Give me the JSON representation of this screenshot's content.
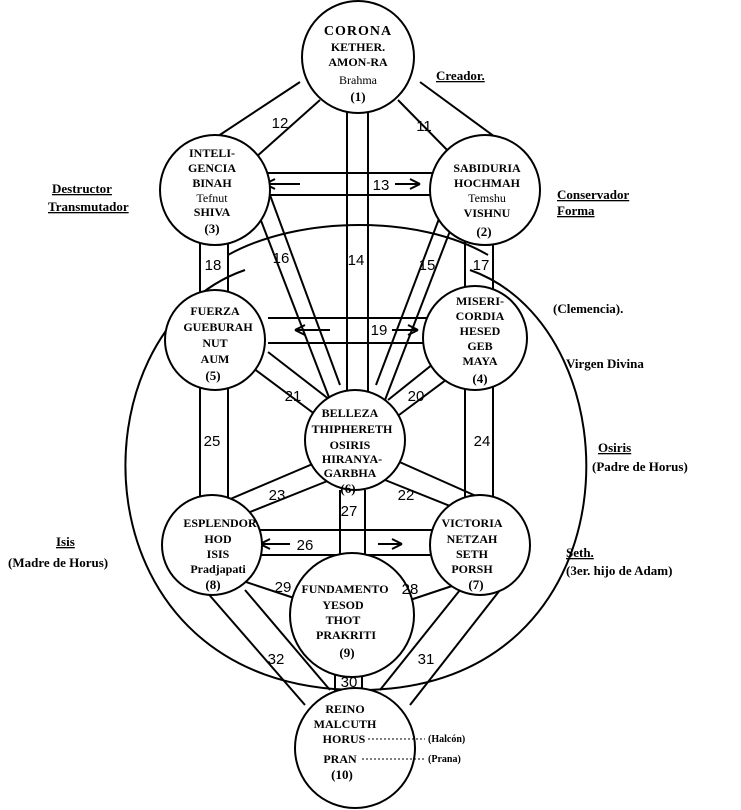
{
  "sephiroth": {
    "kether": {
      "l1": "CORONA",
      "l2": "KETHER.",
      "l3": "AMON-RA",
      "l4": "Brahma",
      "num": "(1)"
    },
    "hochmah": {
      "l1": "SABIDURIA",
      "l2": "HOCHMAH",
      "l3": "Temshu",
      "l4": "VISHNU",
      "num": "(2)"
    },
    "binah": {
      "l1": "INTELI-",
      "l2": "GENCIA",
      "l3": "BINAH",
      "l4": "Tefnut",
      "l5": "SHIVA",
      "num": "(3)"
    },
    "hesed": {
      "l1": "MISERI-",
      "l2": "CORDIA",
      "l3": "HESED",
      "l4": "GEB",
      "l5": "MAYA",
      "num": "(4)"
    },
    "geburah": {
      "l1": "FUERZA",
      "l2": "GUEBURAH",
      "l3": "NUT",
      "l4": "AUM",
      "num": "(5)"
    },
    "tiphereth": {
      "l1": "BELLEZA",
      "l2": "THIPHERETH",
      "l3": "OSIRIS",
      "l4": "HIRANYA-",
      "l5": "GARBHA",
      "num": "(6)"
    },
    "netzah": {
      "l1": "VICTORIA",
      "l2": "NETZAH",
      "l3": "SETH",
      "l4": "PORSH",
      "num": "(7)"
    },
    "hod": {
      "l1": "ESPLENDOR",
      "l2": "HOD",
      "l3": "ISIS",
      "l4": "Pradjapati",
      "num": "(8)"
    },
    "yesod": {
      "l1": "FUNDAMENTO",
      "l2": "YESOD",
      "l3": "THOT",
      "l4": "PRAKRITI",
      "num": "(9)"
    },
    "malcuth": {
      "l1": "REINO",
      "l2": "MALCUTH",
      "l3": "HORUS",
      "l4": "PRAN",
      "num": "(10)"
    }
  },
  "paths": {
    "p11": "11",
    "p12": "12",
    "p13": "13",
    "p14": "14",
    "p15": "15",
    "p16": "16",
    "p17": "17",
    "p18": "18",
    "p19": "19",
    "p20": "20",
    "p21": "21",
    "p22": "22",
    "p23": "23",
    "p24": "24",
    "p25": "25",
    "p26": "26",
    "p27": "27",
    "p28": "28",
    "p29": "29",
    "p30": "30",
    "p31": "31",
    "p32": "32"
  },
  "labels": {
    "creador": "Creador.",
    "destructor": "Destructor",
    "transmutador": "Transmutador",
    "conservador": "Conservador",
    "forma": "Forma",
    "clemencia": "(Clemencia).",
    "virgen": "Virgen Divina",
    "osiris": "Osiris",
    "padre_horus": "(Padre de Horus)",
    "isis": "Isis",
    "madre_horus": "(Madre de Horus)",
    "seth": "Seth.",
    "seth_hijo": "(3er. hijo de Adam)",
    "halcon": "(Halcón)",
    "prana": "(Prana)"
  }
}
